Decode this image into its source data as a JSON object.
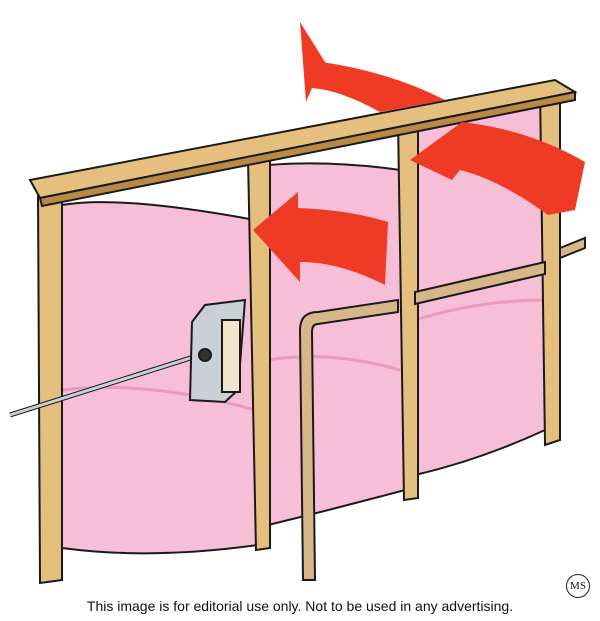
{
  "illustration": {
    "subject": "wall-insulation-air-leak",
    "elements": [
      "wood-stud-frame",
      "pink-fiberglass-batts",
      "electrical-outlet-box",
      "copper-pipe",
      "red-air-flow-arrows",
      "wire"
    ],
    "colors": {
      "wood": "#e4bf7e",
      "wood_dark": "#b88a45",
      "insulation": "#f7bfd7",
      "insulation_shadow": "#e79cbf",
      "arrow": "#ef3b24",
      "pipe": "#d7b68a",
      "outline": "#1a1a1a",
      "box": "#c9d0d6"
    }
  },
  "caption": "This image is for editorial use only. Not to be used in any advertising.",
  "logo": "MS"
}
